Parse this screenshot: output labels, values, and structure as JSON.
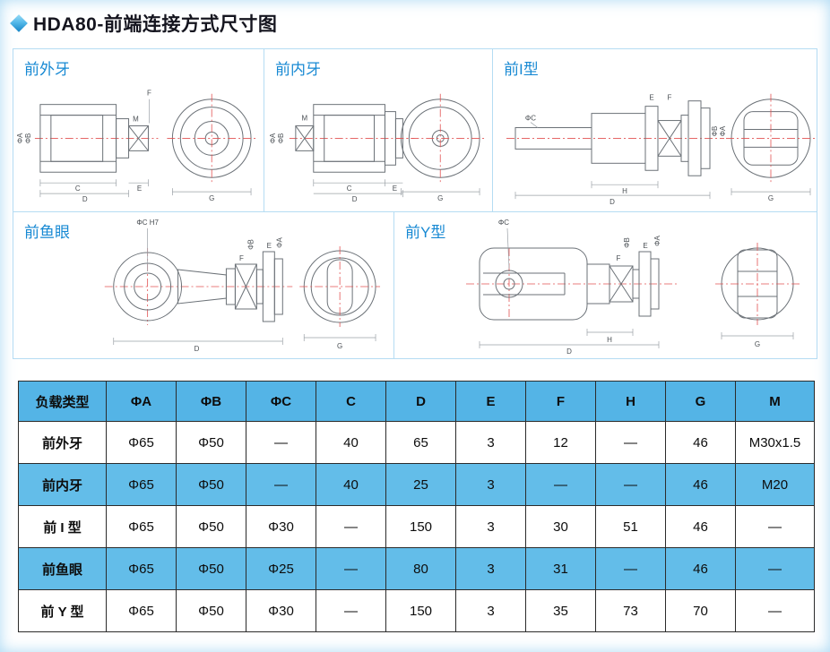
{
  "page": {
    "title": "HDA80-前端连接方式尺寸图"
  },
  "panels": [
    {
      "label": "前外牙",
      "dims": [
        "ΦA",
        "ΦB",
        "F",
        "M",
        "C",
        "D",
        "E",
        "G"
      ]
    },
    {
      "label": "前内牙",
      "dims": [
        "ΦA",
        "ΦB",
        "M",
        "C",
        "D",
        "E",
        "G"
      ]
    },
    {
      "label": "前I型",
      "dims": [
        "ΦC",
        "E",
        "F",
        "ΦB",
        "ΦA",
        "H",
        "D",
        "G"
      ]
    },
    {
      "label": "前鱼眼",
      "dims": [
        "ΦC H7",
        "ΦB",
        "ΦA",
        "F",
        "E",
        "D",
        "G"
      ]
    },
    {
      "label": "前Y型",
      "dims": [
        "ΦC",
        "ΦB",
        "ΦA",
        "F",
        "E",
        "H",
        "D",
        "G"
      ]
    }
  ],
  "table": {
    "headers": [
      "负载类型",
      "ΦA",
      "ΦB",
      "ΦC",
      "C",
      "D",
      "E",
      "F",
      "H",
      "G",
      "M"
    ],
    "rows": [
      {
        "cells": [
          "前外牙",
          "Φ65",
          "Φ50",
          "—",
          "40",
          "65",
          "3",
          "12",
          "—",
          "46",
          "M30x1.5"
        ]
      },
      {
        "cells": [
          "前内牙",
          "Φ65",
          "Φ50",
          "—",
          "40",
          "25",
          "3",
          "—",
          "—",
          "46",
          "M20"
        ]
      },
      {
        "cells": [
          "前 I 型",
          "Φ65",
          "Φ50",
          "Φ30",
          "—",
          "150",
          "3",
          "30",
          "51",
          "46",
          "—"
        ]
      },
      {
        "cells": [
          "前鱼眼",
          "Φ65",
          "Φ50",
          "Φ25",
          "—",
          "80",
          "3",
          "31",
          "—",
          "46",
          "—"
        ]
      },
      {
        "cells": [
          "前 Y 型",
          "Φ65",
          "Φ50",
          "Φ30",
          "—",
          "150",
          "3",
          "35",
          "73",
          "70",
          "—"
        ]
      }
    ]
  },
  "colors": {
    "header_bg": "#54b4e6",
    "alt_row_bg": "#63bde9",
    "panel_label": "#1789d3",
    "centerline": "#e25252",
    "table_border": "#2b2b2b"
  }
}
